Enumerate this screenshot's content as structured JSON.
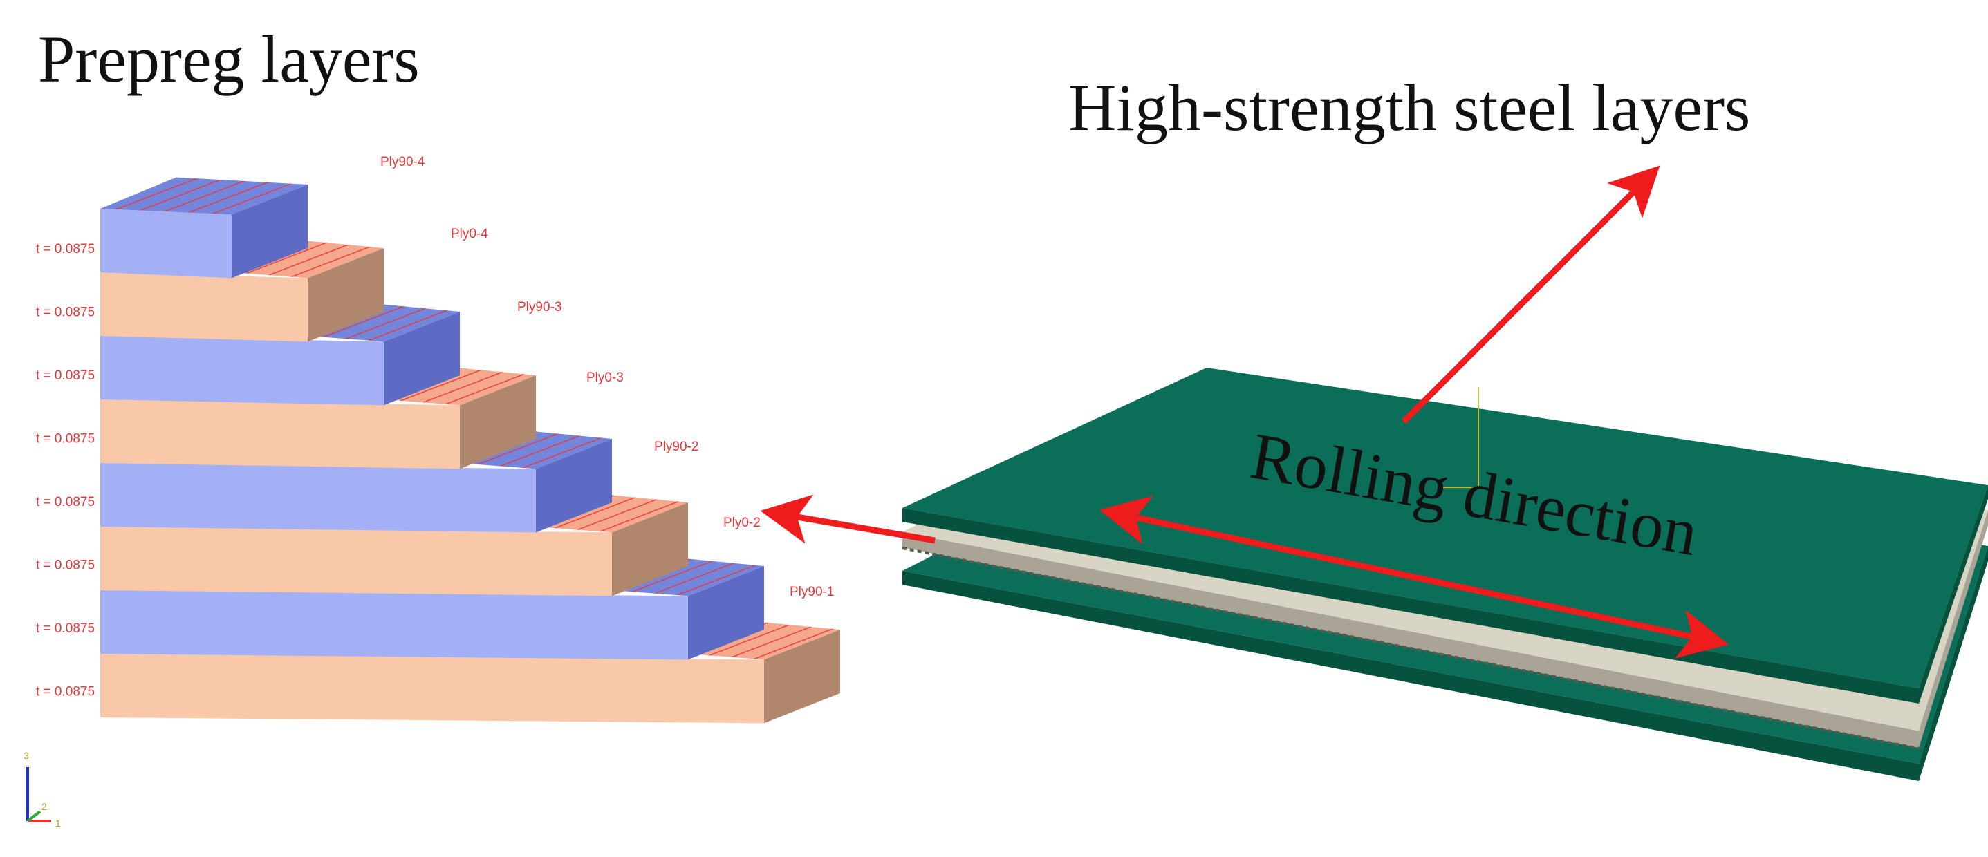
{
  "left_panel": {
    "title": "Prepreg layers",
    "thickness_labels": [
      "t = 0.0875",
      "t = 0.0875",
      "t = 0.0875",
      "t = 0.0875",
      "t = 0.0875",
      "t = 0.0875",
      "t = 0.0875",
      "t = 0.0875"
    ],
    "ply_labels": [
      "Ply90-4",
      "Ply0-4",
      "Ply90-3",
      "Ply0-3",
      "Ply90-2",
      "Ply0-2",
      "Ply90-1"
    ],
    "axis_triad": {
      "vertical": "3",
      "depth": "2",
      "horizontal": "1"
    },
    "colors": {
      "ply0_front": "#f8c8a8",
      "ply0_top": "#f4a98c",
      "ply0_side": "#b0876d",
      "ply90_front": "#a3b0f5",
      "ply90_top": "#7386dc",
      "ply90_side": "#5e6bc4",
      "fiber_lines": "#e8383a"
    }
  },
  "right_panel": {
    "title": "High-strength steel layers",
    "direction_label": "Rolling direction",
    "colors": {
      "steel_plate": "#0b6e58",
      "steel_edge": "#07513f",
      "core_layer": "#d9d5c5",
      "arrows": "#ee1c1c"
    }
  }
}
